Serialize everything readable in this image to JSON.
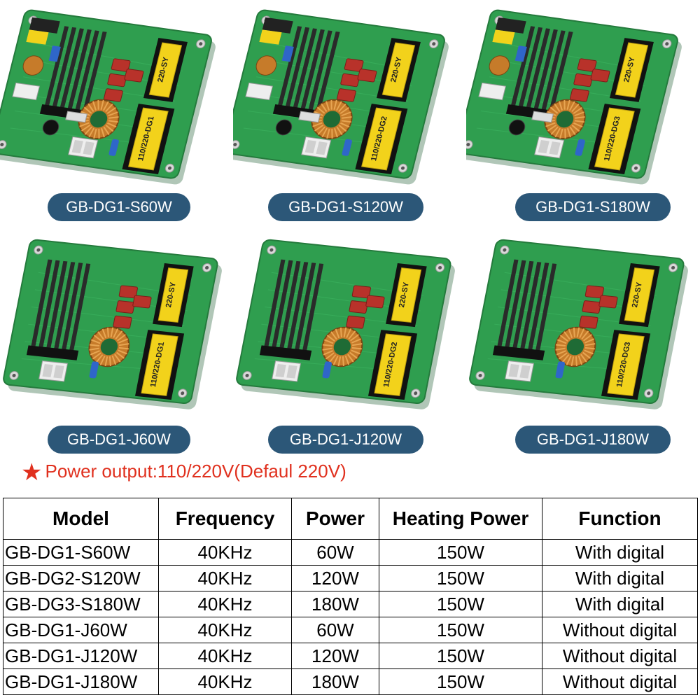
{
  "boards": [
    {
      "model": "GB-DG1-S60W",
      "coil_label": "110/220-DG1",
      "transformer_label": "220-SY",
      "type": "S"
    },
    {
      "model": "GB-DG1-S120W",
      "coil_label": "110/220-DG2",
      "transformer_label": "220-SY",
      "type": "S"
    },
    {
      "model": "GB-DG1-S180W",
      "coil_label": "110/220-DG3",
      "transformer_label": "220-SY",
      "type": "S"
    },
    {
      "model": "GB-DG1-J60W",
      "coil_label": "110/220-DG1",
      "transformer_label": "220-SY",
      "type": "J"
    },
    {
      "model": "GB-DG1-J120W",
      "coil_label": "110/220-DG2",
      "transformer_label": "220-SY",
      "type": "J"
    },
    {
      "model": "GB-DG1-J180W",
      "coil_label": "110/220-DG3",
      "transformer_label": "220-SY",
      "type": "J"
    }
  ],
  "note": {
    "star_icon": "star-icon",
    "text": "Power output:110/220V(Defaul 220V)"
  },
  "table": {
    "headers": [
      "Model",
      "Frequency",
      "Power",
      "Heating Power",
      "Function"
    ],
    "rows": [
      [
        "GB-DG1-S60W",
        "40KHz",
        "60W",
        "150W",
        "With digital"
      ],
      [
        "GB-DG2-S120W",
        "40KHz",
        "120W",
        "150W",
        "With digital"
      ],
      [
        "GB-DG3-S180W",
        "40KHz",
        "180W",
        "150W",
        "With digital"
      ],
      [
        "GB-DG1-J60W",
        "40KHz",
        "60W",
        "150W",
        "Without digital"
      ],
      [
        "GB-DG1-J120W",
        "40KHz",
        "120W",
        "150W",
        "Without digital"
      ],
      [
        "GB-DG1-J180W",
        "40KHz",
        "180W",
        "150W",
        "Without digital"
      ]
    ]
  },
  "colors": {
    "pcb": "#2f9e4f",
    "pill": "#2c5778",
    "accent": "#e0301e",
    "yellow": "#f2d21b"
  }
}
